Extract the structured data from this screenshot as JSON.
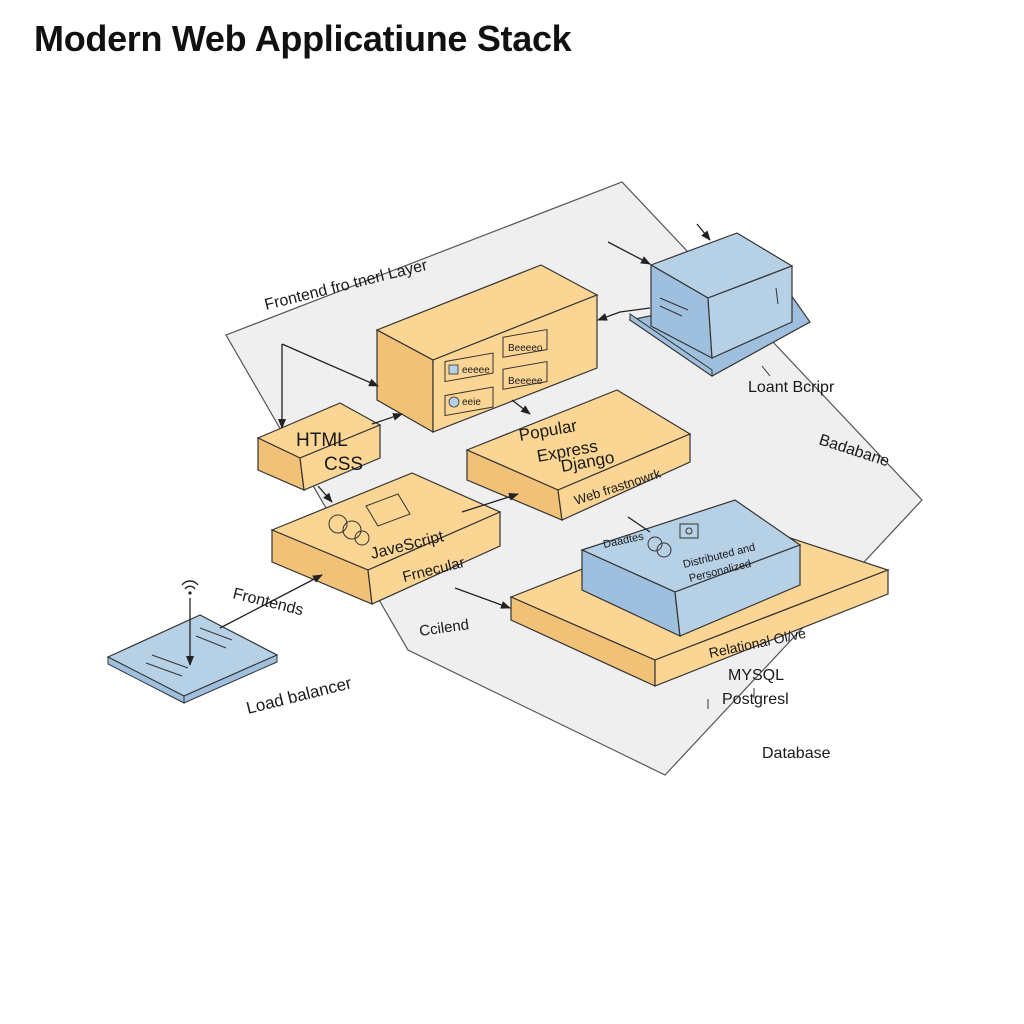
{
  "title": "Modern Web Applicatiune Stack",
  "colors": {
    "orange_top": "#fbd593",
    "orange_side": "#f2c178",
    "blue_top": "#b6d0e6",
    "blue_side": "#9ebfdd",
    "outline": "#333333",
    "platform": "#efefef"
  },
  "labels": {
    "frontend_layer": "Frontend fro tnerl Layer",
    "load_script": "Loant Bcripr",
    "database_right": "Badabane",
    "html": "HTML",
    "css": "CSS",
    "popular": "Popular",
    "express": "Express",
    "django": "Django",
    "web_framework": "Web frastnowrk",
    "javascript": "JaveScript",
    "frameworks": "Frnecular",
    "frontends": "Frontends",
    "load_balancer": "Load balancer",
    "backend": "Ccilend",
    "relational": "Relational Ol/ve",
    "mysql": "MYSQL",
    "postgresql": "Postgresl",
    "database_bottom": "Database",
    "db_chip_title": "Daadtes",
    "db_chip_line1": "Distributed and",
    "db_chip_line2": "Personalized"
  },
  "module_chips": [
    "eeeee",
    "Beeeeo",
    "eeie",
    "Beeeee"
  ]
}
